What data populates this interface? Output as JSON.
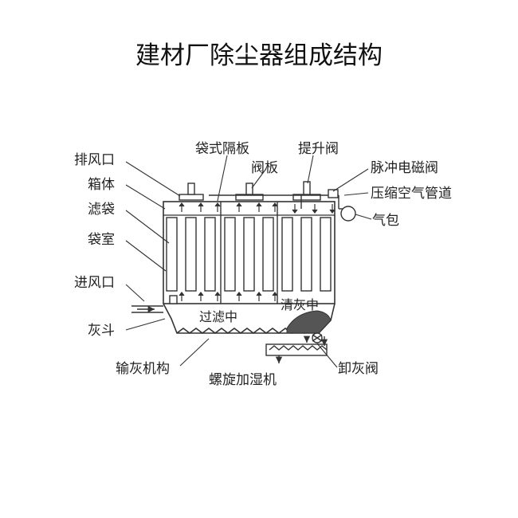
{
  "title": "建材厂除尘器组成结构",
  "labels": {
    "exhaust_outlet": "排风口",
    "bag_partition": "袋式隔板",
    "lift_valve": "提升阀",
    "valve_plate": "阀板",
    "pulse_valve": "脉冲电磁阀",
    "housing": "箱体",
    "compressed_air_pipe": "压缩空气管道",
    "filter_bag": "滤袋",
    "air_bag": "气包",
    "bag_room": "袋室",
    "inlet": "进风口",
    "filtering": "过滤中",
    "cleaning": "清灰中",
    "hopper": "灰斗",
    "ash_conveyor": "输灰机构",
    "screw_humidifier": "螺旋加湿机",
    "discharge_valve": "卸灰阀"
  },
  "colors": {
    "line": "#333333",
    "dust": "#555555",
    "background": "#ffffff"
  }
}
